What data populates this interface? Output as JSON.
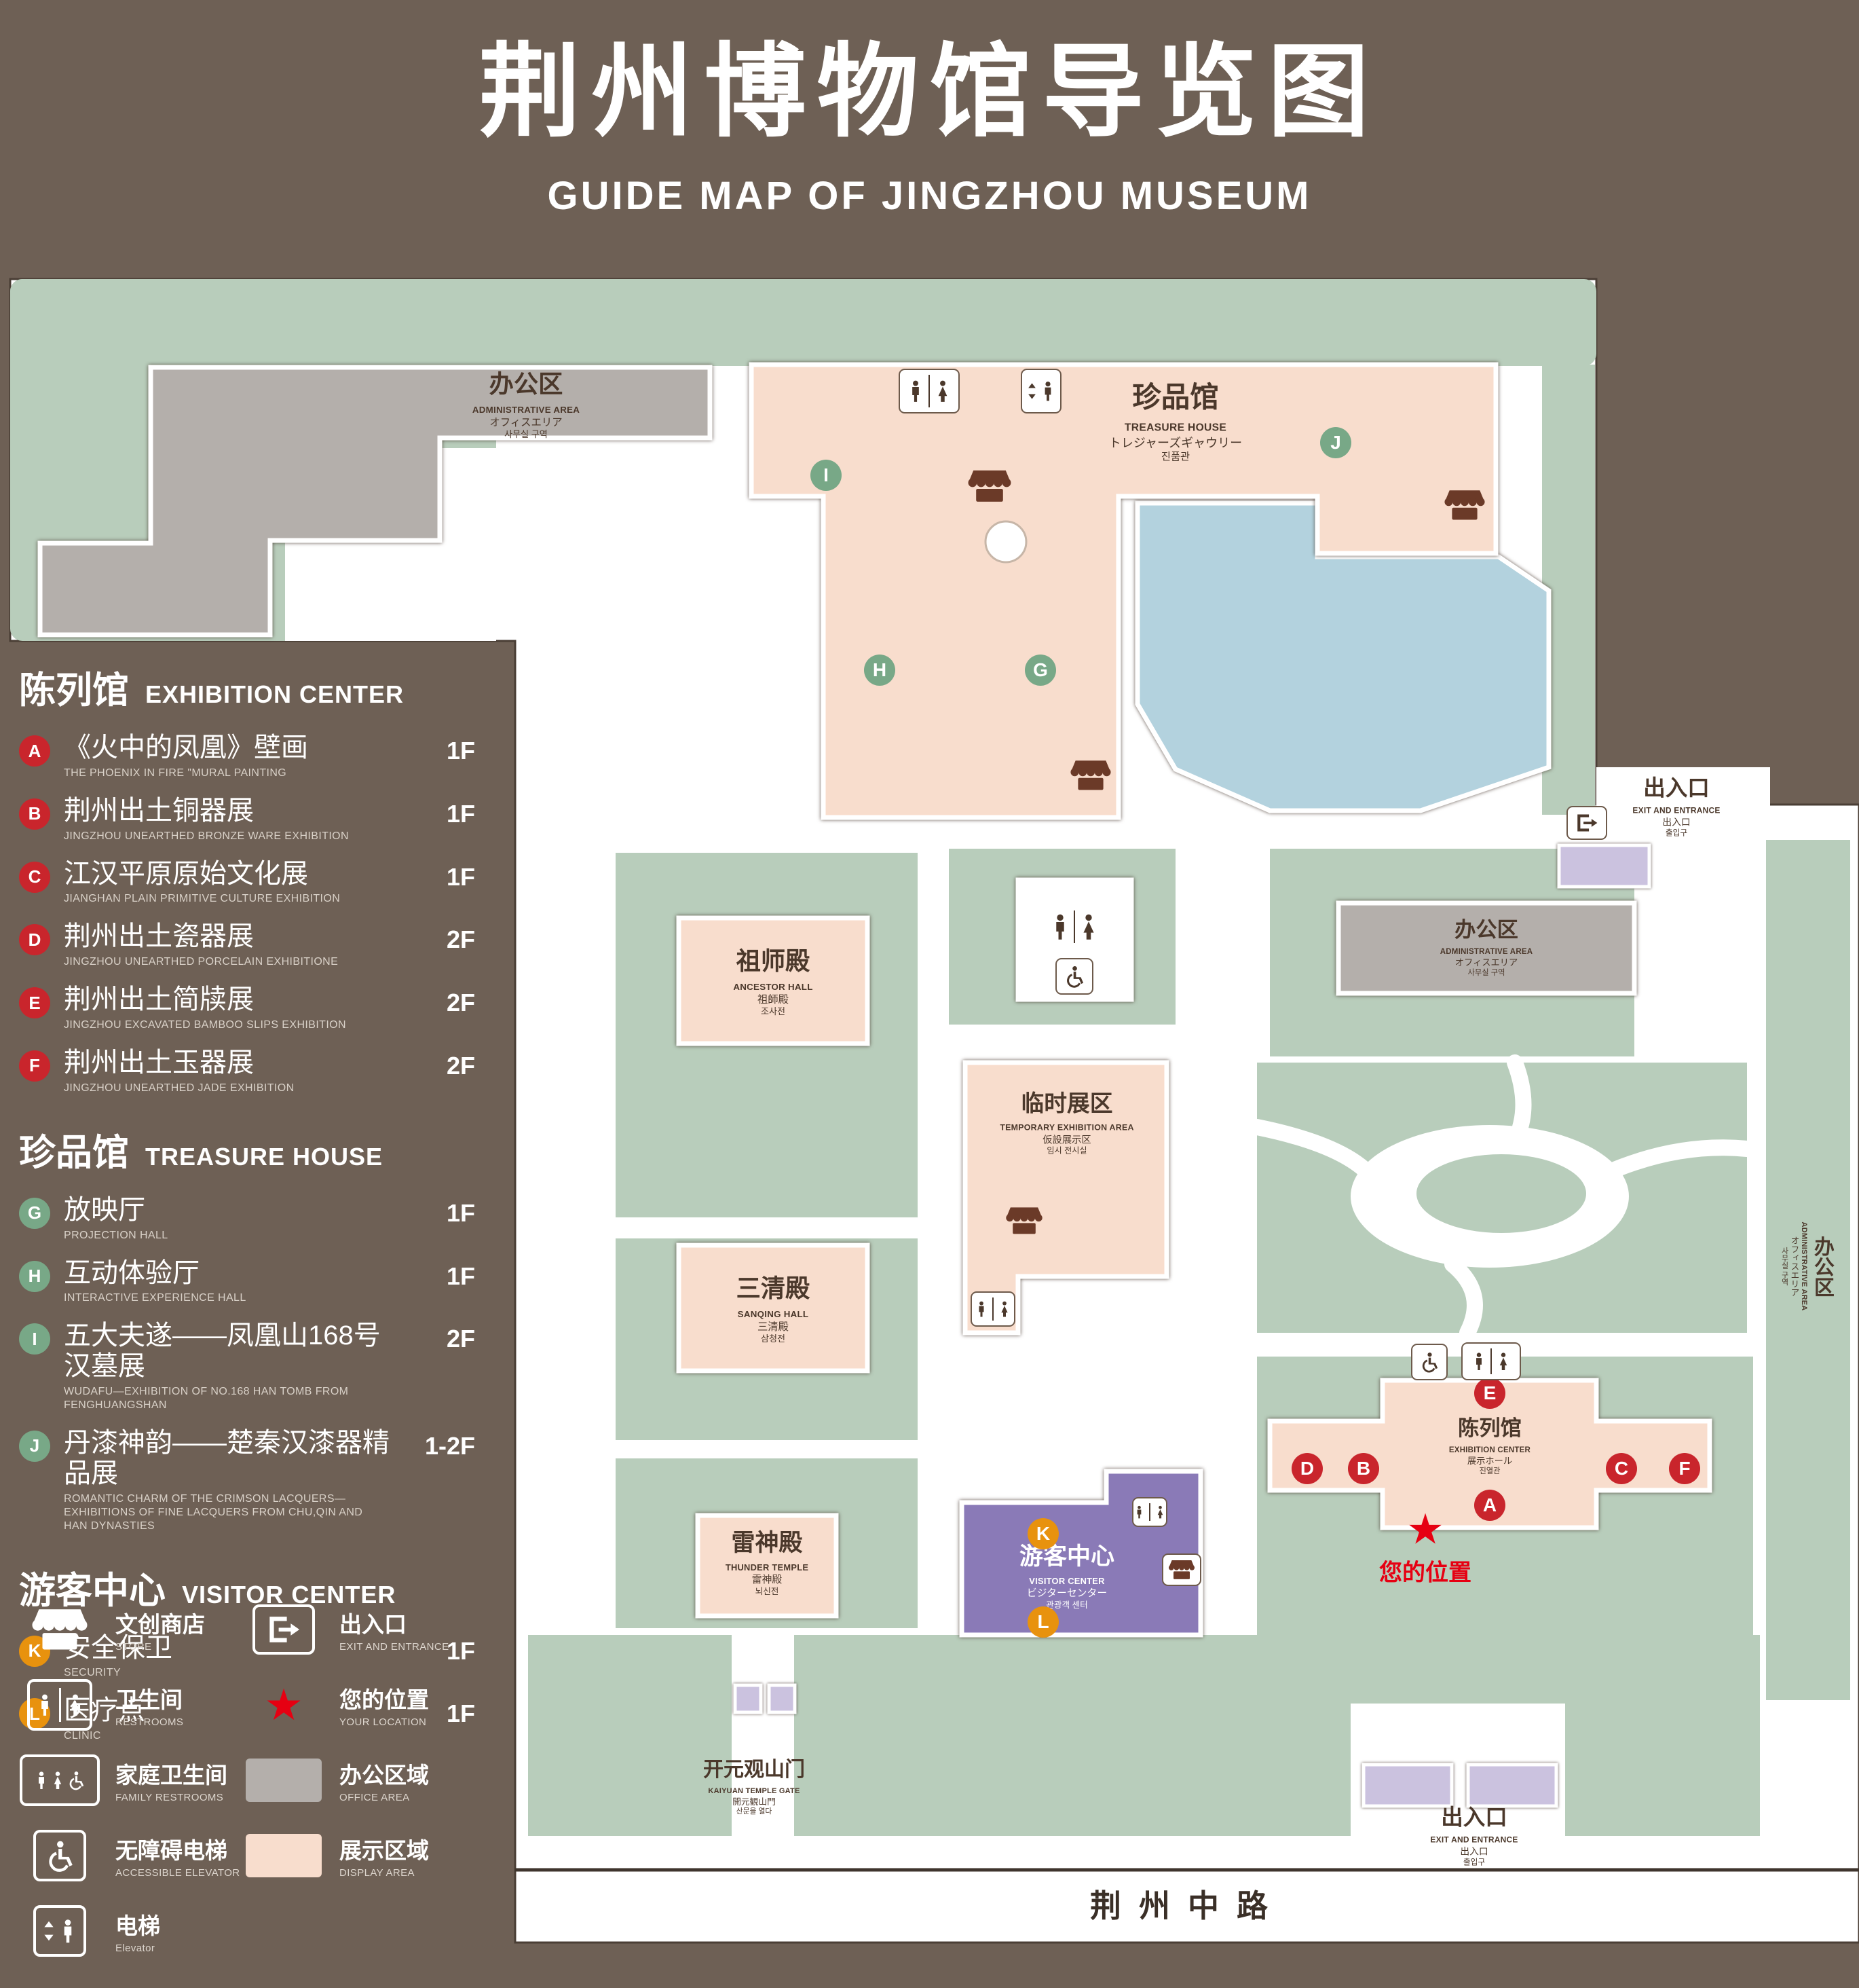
{
  "title": {
    "zh": "荆州博物馆导览图",
    "en": "GUIDE MAP OF JINGZHOU MUSEUM"
  },
  "colors": {
    "background": "#6e6055",
    "grounds": "#b8cdbb",
    "display_area": "#f8ddcd",
    "office_area": "#b4afab",
    "water": "#b3d2de",
    "visitor_center": "#8a7ab7",
    "gate_building": "#cbc2df",
    "marker_red": "#c9252c",
    "marker_green": "#78a887",
    "marker_orange": "#e8920e",
    "location_red": "#e60012"
  },
  "sidebar": {
    "sections": [
      {
        "zh": "陈列馆",
        "en": "EXHIBITION CENTER",
        "items": [
          {
            "letter": "A",
            "zh": "《火中的凤凰》壁画",
            "en": "THE PHOENIX IN FIRE \"MURAL PAINTING",
            "floor": "1F"
          },
          {
            "letter": "B",
            "zh": "荆州出土铜器展",
            "en": "JINGZHOU UNEARTHED BRONZE WARE EXHIBITION",
            "floor": "1F"
          },
          {
            "letter": "C",
            "zh": "江汉平原原始文化展",
            "en": "JIANGHAN PLAIN PRIMITIVE CULTURE EXHIBITION",
            "floor": "1F"
          },
          {
            "letter": "D",
            "zh": "荆州出土瓷器展",
            "en": "JINGZHOU UNEARTHED PORCELAIN EXHIBITIONE",
            "floor": "2F"
          },
          {
            "letter": "E",
            "zh": "荆州出土简牍展",
            "en": "JINGZHOU EXCAVATED BAMBOO SLIPS EXHIBITION",
            "floor": "2F"
          },
          {
            "letter": "F",
            "zh": "荆州出土玉器展",
            "en": "JINGZHOU UNEARTHED JADE EXHIBITION",
            "floor": "2F"
          }
        ]
      },
      {
        "zh": "珍品馆",
        "en": "TREASURE HOUSE",
        "items": [
          {
            "letter": "G",
            "zh": "放映厅",
            "en": "PROJECTION HALL",
            "floor": "1F"
          },
          {
            "letter": "H",
            "zh": "互动体验厅",
            "en": "INTERACTIVE EXPERIENCE HALL",
            "floor": "1F"
          },
          {
            "letter": "I",
            "zh": "五大夫遂——凤凰山168号汉墓展",
            "en": "WUDAFU—EXHIBITION OF NO.168 HAN TOMB FROM FENGHUANGSHAN",
            "floor": "2F"
          },
          {
            "letter": "J",
            "zh": "丹漆神韵——楚秦汉漆器精品展",
            "en": "ROMANTIC CHARM OF THE CRIMSON LACQUERS—EXHIBITIONS OF FINE LACQUERS FROM CHU,QIN AND HAN DYNASTIES",
            "floor": "1-2F"
          }
        ]
      },
      {
        "zh": "游客中心",
        "en": "VISITOR CENTER",
        "items": [
          {
            "letter": "K",
            "zh": "安全保卫",
            "en": "SECURITY",
            "floor": "1F"
          },
          {
            "letter": "L",
            "zh": "医疗点",
            "en": "CLINIC",
            "floor": "1F"
          }
        ]
      }
    ],
    "legend": [
      {
        "zh": "文创商店",
        "en": "STORE"
      },
      {
        "zh": "出入口",
        "en": "EXIT AND ENTRANCE"
      },
      {
        "zh": "卫生间",
        "en": "RESTROOMS"
      },
      {
        "zh": "您的位置",
        "en": "YOUR LOCATION"
      },
      {
        "zh": "家庭卫生间",
        "en": "FAMILY RESTROOMS"
      },
      {
        "zh": "办公区域",
        "en": "OFFICE AREA"
      },
      {
        "zh": "无障碍电梯",
        "en": "ACCESSIBLE ELEVATOR"
      },
      {
        "zh": "展示区域",
        "en": "DISPLAY AREA"
      },
      {
        "zh": "电梯",
        "en": "Elevator"
      }
    ]
  },
  "map": {
    "labels": {
      "admin_top": {
        "zh": "办公区",
        "en": "ADMINISTRATIVE AREA",
        "jp": "オフィスエリア",
        "kr": "사무실 구역"
      },
      "treasure": {
        "zh": "珍品馆",
        "en": "TREASURE HOUSE",
        "jp": "トレジャーズギャウリー",
        "kr": "진품관"
      },
      "exit_top": {
        "zh": "出入口",
        "en": "EXIT AND ENTRANCE",
        "jp": "出入口",
        "kr": "출입구"
      },
      "ancestor": {
        "zh": "祖师殿",
        "en": "ANCESTOR HALL",
        "jp": "祖師殿",
        "kr": "조사전"
      },
      "admin_mid": {
        "zh": "办公区",
        "en": "ADMINISTRATIVE AREA",
        "jp": "オフィスエリア",
        "kr": "사무실 구역"
      },
      "temporary": {
        "zh": "临时展区",
        "en": "TEMPORARY EXHIBITION AREA",
        "jp": "仮設展示区",
        "kr": "임시 전시실"
      },
      "sanqing": {
        "zh": "三清殿",
        "en": "SANQING HALL",
        "jp": "三清殿",
        "kr": "삼청전"
      },
      "thunder": {
        "zh": "雷神殿",
        "en": "THUNDER TEMPLE",
        "jp": "雷神殿",
        "kr": "뇌신전"
      },
      "visitor": {
        "zh": "游客中心",
        "en": "VISITOR CENTER",
        "jp": "ビジターセンター",
        "kr": "관광객 센터"
      },
      "exhibition": {
        "zh": "陈列馆",
        "en": "EXHIBITION CENTER",
        "jp": "展示ホール",
        "kr": "진열관"
      },
      "admin_right": {
        "zh": "办公区",
        "en": "ADMINISTRATIVE AREA",
        "jp": "オフィスエリア",
        "kr": "사무실 구역"
      },
      "gate": {
        "zh": "开元观山门",
        "en": "KAIYUAN TEMPLE GATE",
        "jp": "開元観山門",
        "kr": "산문을 열다"
      },
      "exit_bottom": {
        "zh": "出入口",
        "en": "EXIT AND ENTRANCE",
        "jp": "出入口",
        "kr": "출입구"
      },
      "your_location": "您的位置",
      "road": "荆州中路"
    },
    "markers": [
      {
        "letter": "I",
        "area": "treasure"
      },
      {
        "letter": "J",
        "area": "treasure"
      },
      {
        "letter": "H",
        "area": "treasure"
      },
      {
        "letter": "G",
        "area": "treasure"
      },
      {
        "letter": "E",
        "area": "exhibition"
      },
      {
        "letter": "D",
        "area": "exhibition"
      },
      {
        "letter": "B",
        "area": "exhibition"
      },
      {
        "letter": "C",
        "area": "exhibition"
      },
      {
        "letter": "F",
        "area": "exhibition"
      },
      {
        "letter": "A",
        "area": "exhibition"
      },
      {
        "letter": "K",
        "area": "visitor"
      },
      {
        "letter": "L",
        "area": "visitor"
      }
    ]
  }
}
